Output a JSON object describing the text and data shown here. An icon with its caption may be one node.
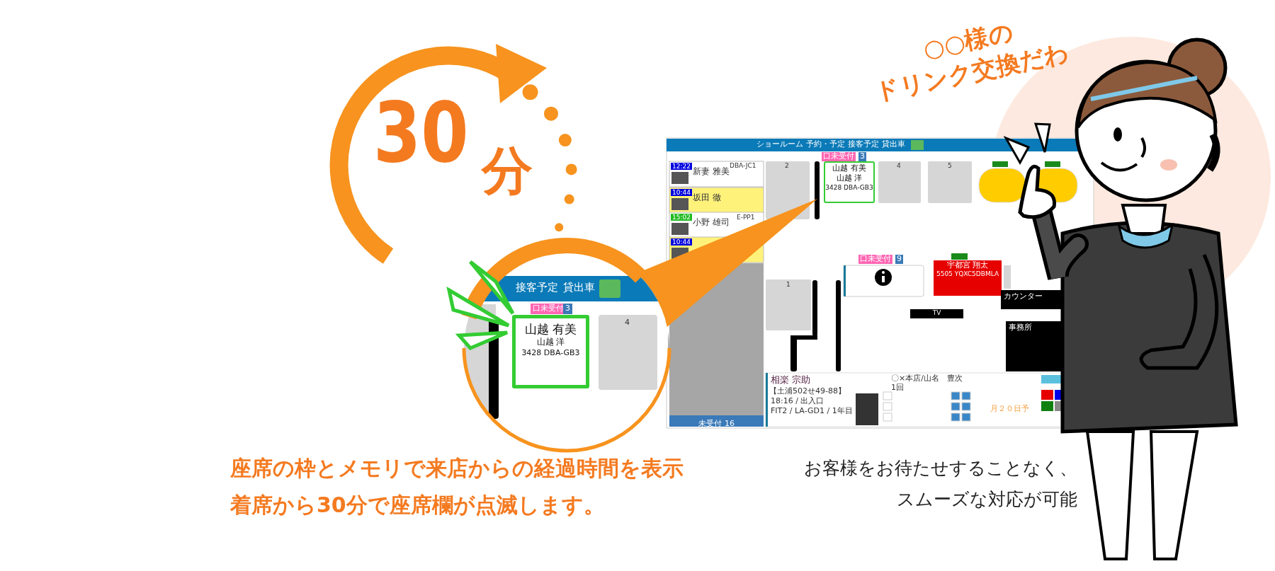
{
  "diagram": {
    "nodes": [
      {
        "text": [
          "山越 有美",
          "山越 洋",
          "3428 DBA-GB3"
        ]
      },
      {
        "text": [
          "山越 有美",
          "山越 洋",
          "3428 DBA-GB3"
        ]
      }
    ],
    "labels": [
      "○○様の",
      "ドリンク交換だわ",
      "30",
      "分",
      "ショールーム",
      "予約・予定",
      "接客予定",
      "貸出車",
      "12:22",
      "新妻 雅美",
      "DBA-JC1",
      "10:44",
      "坂田 徹",
      "15:02",
      "小野 雄司",
      "E-PP1",
      "10:44",
      "2",
      "口未受付",
      "3",
      "4",
      "5",
      "接客予定",
      "貸出車",
      "口未受付",
      "3",
      "4",
      "口未受付",
      "9",
      "宇都宮 翔太",
      "5505 YQXC5DBMLA",
      "1",
      "カウンター",
      "TV",
      "事務所",
      "未受付",
      "16",
      "相楽 宗助",
      "〇×本店/山名　豊次",
      "1回",
      "【土浦502せ49-88】",
      "18:16 / 出入口",
      "FIT2 / LA-GD1 / 1年目",
      "月２０日予",
      "座席の枠とメモリで来店からの経過時間を表示",
      "着席から30分で座席欄が点滅します。",
      "お客様をお待たせすることなく、",
      "スムーズな対応が可能"
    ]
  }
}
